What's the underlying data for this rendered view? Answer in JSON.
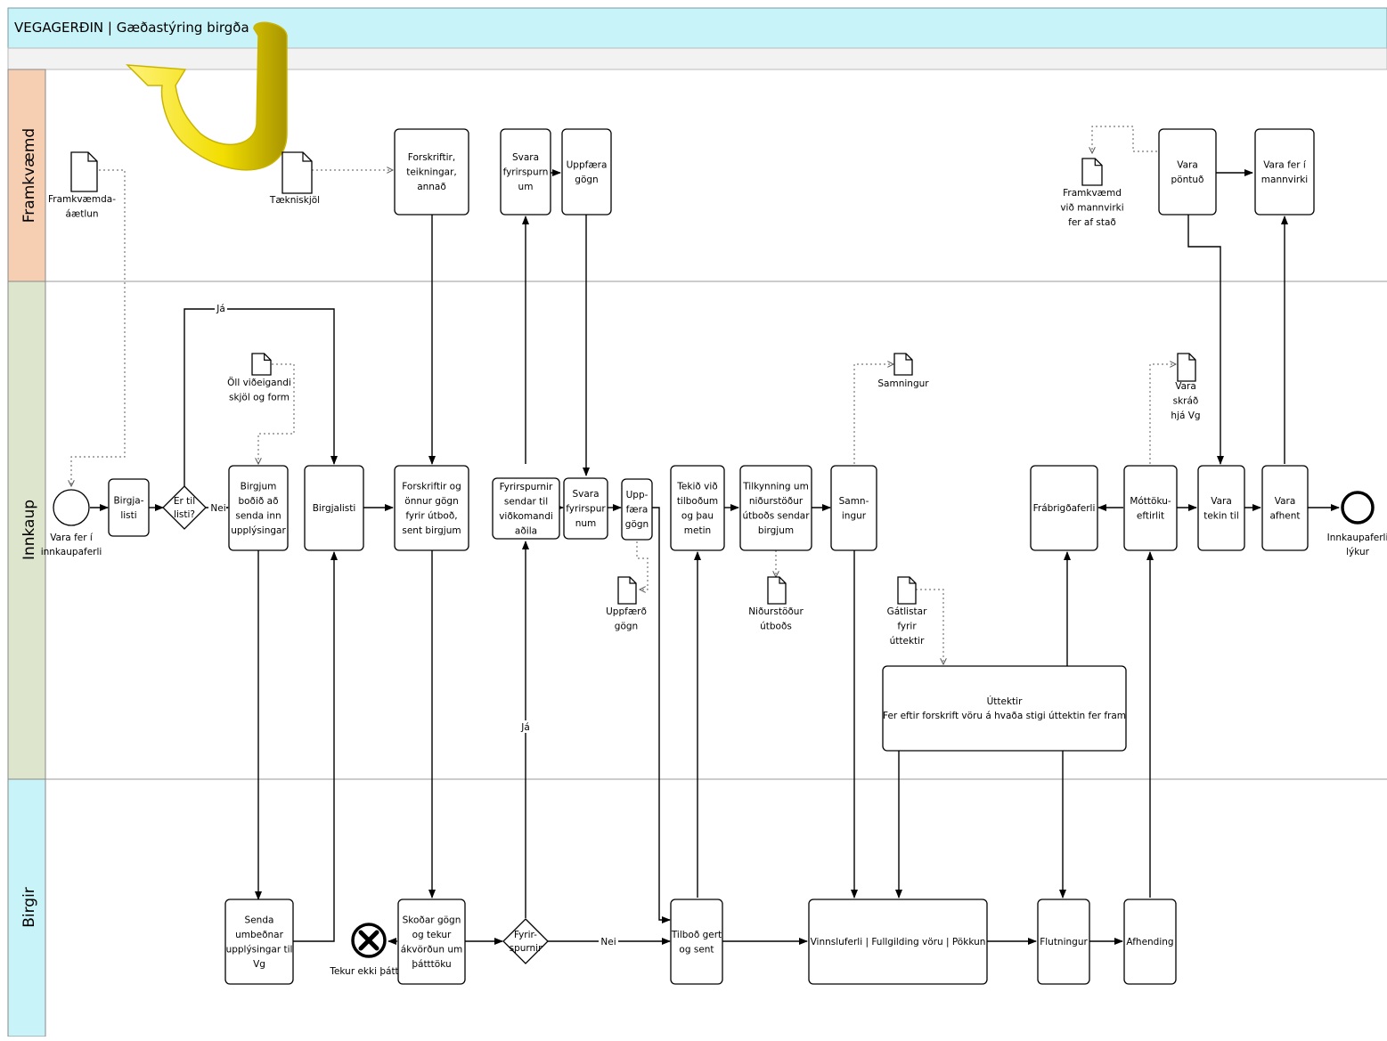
{
  "header": {
    "title": "VEGAGERÐIN | Gæðastýring birgða"
  },
  "lanes": [
    {
      "id": "framkvaemd",
      "label": "Framkvæmd",
      "color": "#f6cfb3"
    },
    {
      "id": "innkaup",
      "label": "Innkaup",
      "color": "#dde6cd"
    },
    {
      "id": "birgir",
      "label": "Birgir",
      "color": "#c8f3f8"
    }
  ],
  "colors": {
    "header_bg": "#c8f3f8",
    "arrow_fill": "#f5e400",
    "arrow_stroke": "#c8b400"
  },
  "diagram": {
    "documents": [
      {
        "id": "d1",
        "lines": [
          "Framkvæmda-",
          "áætlun"
        ]
      },
      {
        "id": "d2",
        "lines": [
          "Tækniskjöl"
        ]
      },
      {
        "id": "d3",
        "lines": [
          "Framkvæmd",
          "við mannvirki",
          "fer af stað"
        ]
      },
      {
        "id": "d4",
        "lines": [
          "Öll viðeigandi",
          "skjöl og form"
        ]
      },
      {
        "id": "d5",
        "lines": [
          "Samningur"
        ]
      },
      {
        "id": "d6",
        "lines": [
          "Vara",
          "skráð",
          "hjá Vg"
        ]
      },
      {
        "id": "d7",
        "lines": [
          "Uppfærð",
          "gögn"
        ]
      },
      {
        "id": "d8",
        "lines": [
          "Niðurstöður",
          "útboðs"
        ]
      },
      {
        "id": "d9",
        "lines": [
          "Gátlistar",
          "fyrir",
          "úttektir"
        ]
      }
    ],
    "tasks": [
      {
        "id": "t1",
        "lines": [
          "Forskriftir,",
          "teikningar,",
          "annað"
        ]
      },
      {
        "id": "t2",
        "lines": [
          "Svara",
          "fyrirspurn",
          "um"
        ]
      },
      {
        "id": "t3",
        "lines": [
          "Uppfæra",
          "gögn"
        ]
      },
      {
        "id": "t4",
        "lines": [
          "Vara",
          "pöntuð"
        ]
      },
      {
        "id": "t5",
        "lines": [
          "Vara fer í",
          "mannvirki"
        ]
      },
      {
        "id": "t6",
        "lines": [
          "Birgja-",
          "listi"
        ]
      },
      {
        "id": "t7",
        "lines": [
          "Birgjum",
          "boðið að",
          "senda inn",
          "upplýsingar"
        ]
      },
      {
        "id": "t8",
        "lines": [
          "Birgjalisti"
        ]
      },
      {
        "id": "t9",
        "lines": [
          "Forskriftir og",
          "önnur gögn",
          "fyrir útboð,",
          "sent birgjum"
        ]
      },
      {
        "id": "t10",
        "lines": [
          "Fyrirspurnir",
          "sendar til",
          "viðkomandi",
          "aðila"
        ]
      },
      {
        "id": "t11",
        "lines": [
          "Svara",
          "fyrirspur",
          "num"
        ]
      },
      {
        "id": "t12",
        "lines": [
          "Upp-",
          "færa",
          "gögn"
        ]
      },
      {
        "id": "t13",
        "lines": [
          "Tekið við",
          "tilboðum",
          "og þau",
          "metin"
        ]
      },
      {
        "id": "t14",
        "lines": [
          "Tilkynning um",
          "niðurstöður",
          "útboðs sendar",
          "birgjum"
        ]
      },
      {
        "id": "t15",
        "lines": [
          "Samn-",
          "ingur"
        ]
      },
      {
        "id": "t16",
        "lines": [
          "Frábrigðaferli"
        ]
      },
      {
        "id": "t17",
        "lines": [
          "Móttöku-",
          "eftirlit"
        ]
      },
      {
        "id": "t18",
        "lines": [
          "Vara",
          "tekin til"
        ]
      },
      {
        "id": "t19",
        "lines": [
          "Vara",
          "afhent"
        ]
      },
      {
        "id": "t20",
        "lines": [
          "Úttektir",
          "Fer eftir forskrift vöru á hvaða stigi úttektin fer fram"
        ]
      },
      {
        "id": "t21",
        "lines": [
          "Senda",
          "umbeðnar",
          "upplýsingar til",
          "Vg"
        ]
      },
      {
        "id": "t22",
        "lines": [
          "Skoðar gögn",
          "og tekur",
          "ákvörðun um",
          "þátttöku"
        ]
      },
      {
        "id": "t23",
        "lines": [
          "Tilboð gert",
          "og sent"
        ]
      },
      {
        "id": "t24",
        "lines": [
          "Vinnsluferli | Fullgilding vöru | Pökkun"
        ]
      },
      {
        "id": "t25",
        "lines": [
          "Flutningur"
        ]
      },
      {
        "id": "t26",
        "lines": [
          "Afhending"
        ]
      }
    ],
    "gateways": [
      {
        "id": "g1",
        "lines": [
          "Er til",
          "listi?"
        ]
      },
      {
        "id": "g2",
        "lines": [
          "Fyrir-",
          "spurnir"
        ]
      }
    ],
    "events": [
      {
        "id": "e1",
        "type": "start",
        "lines": [
          "Vara fer í",
          "innkaupaferli"
        ]
      },
      {
        "id": "e2",
        "type": "end",
        "lines": [
          "Innkaupaferli",
          "lýkur"
        ]
      },
      {
        "id": "e3",
        "type": "cancel",
        "lines": [
          "Tekur ekki þátt"
        ]
      }
    ],
    "flow_labels": [
      {
        "id": "f1",
        "text": "Já"
      },
      {
        "id": "f2",
        "text": "Nei"
      },
      {
        "id": "f3",
        "text": "Já"
      },
      {
        "id": "f4",
        "text": "Nei"
      }
    ]
  }
}
